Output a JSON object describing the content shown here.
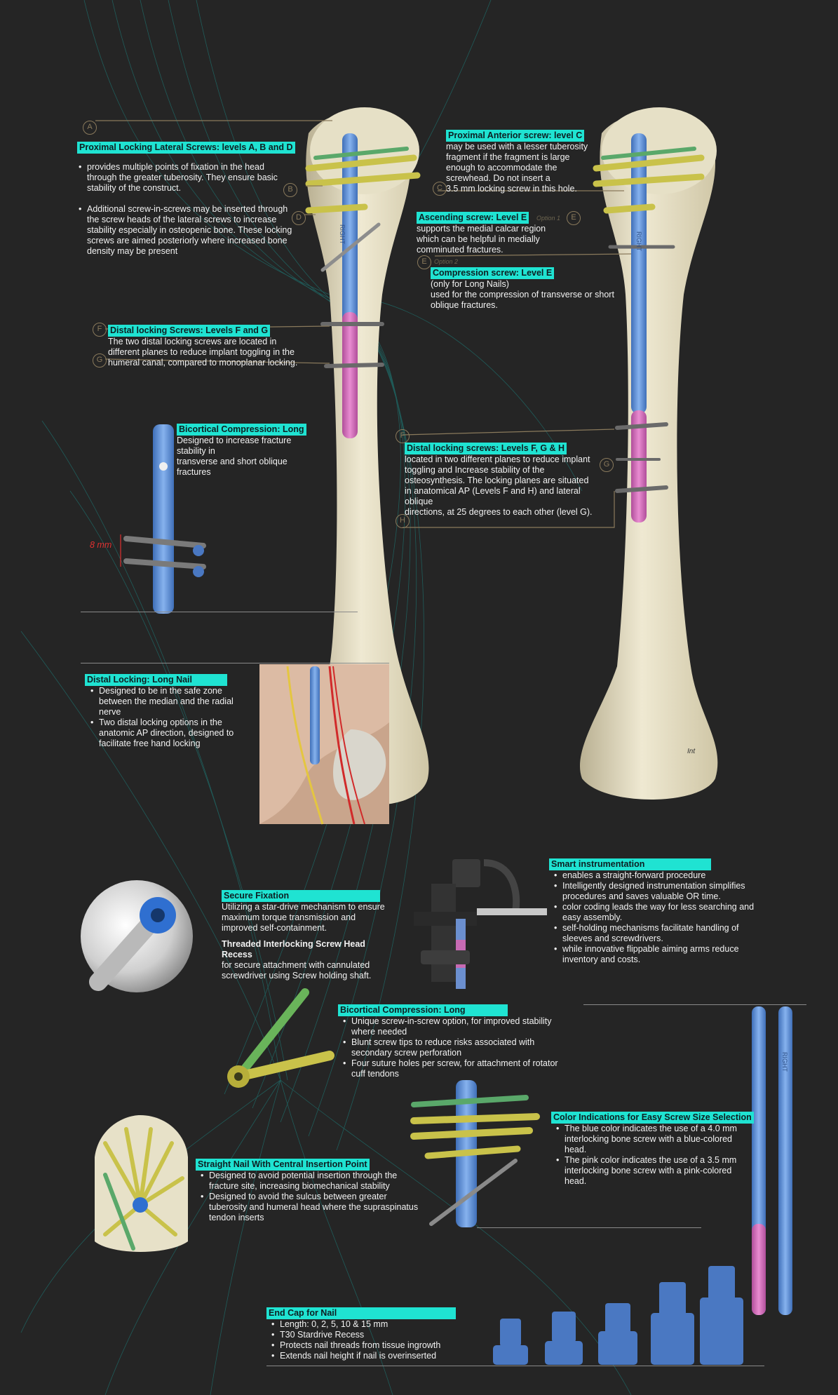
{
  "levels": {
    "a": "A",
    "b": "B",
    "c": "C",
    "d": "D",
    "e1": "E",
    "e2": "E",
    "f1": "F",
    "g1": "G",
    "f2": "F",
    "g2": "G",
    "h": "H"
  },
  "options": {
    "one": "Option 1",
    "two": "Option 2"
  },
  "proximal_lateral": {
    "heading": "Proximal Locking Lateral Screws: levels A, B and D",
    "bullets": [
      "provides multiple points of fixation in the head through the greater tuberosity. They ensure basic stability of the construct.",
      "Additional screw-in-screws may be inserted through the screw heads of the lateral screws to increase stability especially in osteopenic bone. These locking screws are aimed posteriorly where increased bone density may be present"
    ]
  },
  "proximal_anterior": {
    "heading": "Proximal Anterior screw: level C",
    "lines": [
      "may be used with a lesser tuberosity",
      "fragment if the fragment is large",
      "enough to accommodate the",
      "screwhead. Do not insert a",
      "3.5 mm locking screw in this hole."
    ]
  },
  "ascending": {
    "heading": "Ascending screw: Level E",
    "lines": [
      "supports the medial calcar region",
      "which can be helpful in medially",
      "comminuted fractures."
    ]
  },
  "compression": {
    "heading": "Compression screw: Level E",
    "lines": [
      "(only for Long Nails)",
      "used for the compression of transverse or short",
      "oblique fractures."
    ]
  },
  "distal_fg": {
    "heading": "Distal locking Screws: Levels F and G",
    "lines": [
      "The two distal locking screws are located in",
      "different planes to reduce implant toggling in the",
      "humeral canal, compared to monoplanar locking."
    ]
  },
  "bicortical_1": {
    "heading": "Bicortical Compression: Long",
    "lines": [
      "Designed to increase fracture",
      "stability in",
      "transverse and short oblique",
      "fractures"
    ]
  },
  "measure": {
    "label": "8 mm"
  },
  "distal_fgh": {
    "heading": "Distal locking screws: Levels F, G & H",
    "lines": [
      "located in two different planes to reduce implant",
      "toggling and Increase stability of the",
      "osteosynthesis. The locking planes are situated",
      "in anatomical AP (Levels F and H) and lateral",
      "oblique",
      "directions, at 25 degrees to each other (level G)."
    ]
  },
  "bone_label": {
    "text": "Int"
  },
  "distal_long_nail": {
    "heading": "Distal Locking: Long Nail",
    "bullets": [
      "Designed to be in the safe zone between the median and the radial nerve",
      "Two distal locking options in the anatomic AP direction, designed to facilitate free hand locking"
    ]
  },
  "smart_instr": {
    "heading": "Smart instrumentation",
    "bullets": [
      "enables a straight-forward procedure",
      "Intelligently designed instrumentation simplifies procedures and saves valuable OR time.",
      "color coding leads the way for less searching and easy assembly.",
      "self-holding mechanisms facilitate handling of sleeves and screwdrivers.",
      "while innovative flippable aiming arms reduce inventory and costs."
    ]
  },
  "secure_fix": {
    "heading": "Secure Fixation",
    "lines": [
      "Utilizing a star-drive mechanism to ensure",
      "maximum torque transmission and",
      "improved self-containment."
    ],
    "subheading": "Threaded Interlocking Screw Head Recess",
    "sublines": [
      "for secure attachment with cannulated",
      "screwdriver using Screw holding shaft."
    ]
  },
  "bicortical_2": {
    "heading": "Bicortical Compression: Long",
    "bullets": [
      "Unique screw-in-screw option, for improved stability where needed",
      "Blunt screw tips to reduce risks associated with secondary screw perforation",
      "Four suture holes per screw, for attachment of rotator cuff tendons"
    ]
  },
  "color_ind": {
    "heading": "Color Indications for Easy Screw Size Selection",
    "bullets": [
      "The blue color indicates the use of a 4.0 mm interlocking bone screw with a blue-colored head.",
      "The pink color indicates the use of a 3.5 mm interlocking bone screw with a pink-colored head."
    ]
  },
  "straight_nail": {
    "heading": "Straight Nail With Central Insertion Point",
    "bullets": [
      "Designed to avoid potential insertion through the fracture site, increasing biomechanical stability",
      "Designed to avoid the sulcus between greater tuberosity and humeral head where the supraspinatus tendon inserts"
    ]
  },
  "end_cap": {
    "heading": "End Cap for Nail",
    "bullets": [
      "Length: 0, 2, 5, 10 & 15 mm",
      "T30 Stardrive Recess",
      "Protects nail threads from tissue ingrowth",
      "Extends nail height if nail is overinserted"
    ]
  },
  "nail_text": "RIGHT",
  "colors": {
    "accent": "#1fe3d2",
    "bg": "#252525",
    "nail_blue": "#5b8fd6",
    "nail_pink": "#d46fb8",
    "screw_yellow": "#c9c24a",
    "screw_green": "#5aa86a",
    "bone": "#e8e2c8",
    "level_ring": "#8a7a5c"
  }
}
